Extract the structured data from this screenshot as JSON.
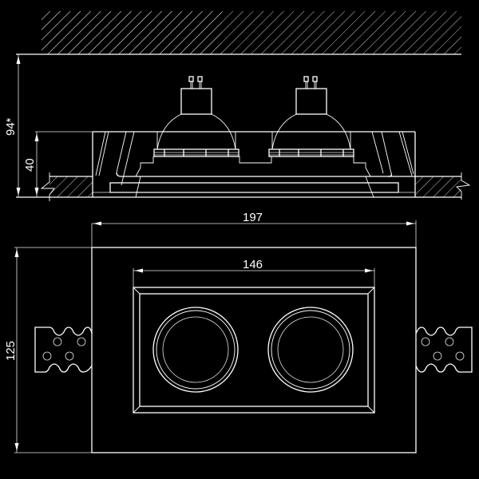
{
  "drawing": {
    "subject": "double recessed plaster downlight (2x GU10)",
    "colors": {
      "background": "#000000",
      "line": "#ffffff"
    },
    "side_view": {
      "label": "side section view",
      "lamp_count": 2,
      "lamp_type": "GU10",
      "dimensions": {
        "total_height": "94*",
        "body_height": "40"
      }
    },
    "top_view": {
      "label": "top view",
      "dimensions": {
        "outer_width": "197",
        "inner_width": "146",
        "outer_height": "125"
      },
      "tabs": 2,
      "openings": 2
    }
  }
}
